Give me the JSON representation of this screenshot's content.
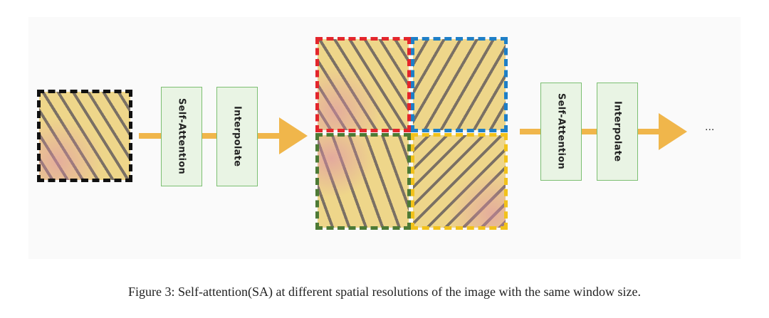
{
  "colors": {
    "arrow": "#f0b64b",
    "box_fill": "#e9f4e4",
    "box_border": "#7cbf72",
    "window_global": "#111111",
    "window_top_left": "#e3262c",
    "window_top_right": "#1f7fc6",
    "window_bottom_left": "#4d7a35",
    "window_bottom_right": "#f2c21b"
  },
  "stage1": {
    "ops": [
      "Self-Attention",
      "Interpolate"
    ]
  },
  "stage2": {
    "ops": [
      "Self-Attention",
      "Interpolate"
    ]
  },
  "ellipsis": "...",
  "caption": "Figure 3: Self-attention(SA) at different spatial resolutions of the image with the same window size."
}
